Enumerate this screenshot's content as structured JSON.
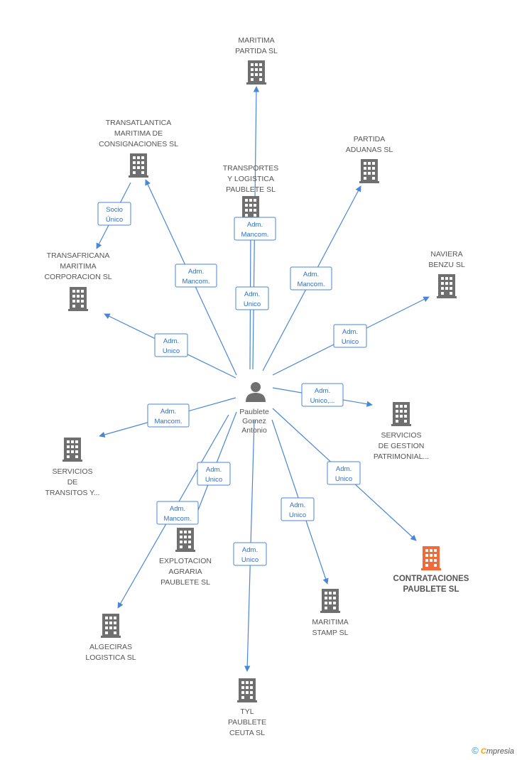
{
  "colors": {
    "edge": "#4a86d4",
    "building": "#6f6f6f",
    "building_highlight": "#f26a3b",
    "person": "#6f6f6f"
  },
  "center": {
    "name_lines": [
      "Paublete",
      "Gomez",
      "Antonio"
    ],
    "icon": "person-icon"
  },
  "nodes": [
    {
      "id": "maritima-partida",
      "lines": [
        "MARITIMA",
        "PARTIDA SL"
      ],
      "icon": "building-icon"
    },
    {
      "id": "transatlantica",
      "lines": [
        "TRANSATLANTICA",
        "MARITIMA DE",
        "CONSIGNACIONES SL"
      ],
      "icon": "building-icon"
    },
    {
      "id": "partida-aduanas",
      "lines": [
        "PARTIDA",
        "ADUANAS SL"
      ],
      "icon": "building-icon"
    },
    {
      "id": "transportes",
      "lines": [
        "TRANSPORTES",
        "Y LOGISTICA",
        "PAUBLETE SL"
      ],
      "icon": "building-icon"
    },
    {
      "id": "transafricana",
      "lines": [
        "TRANSAFRICANA",
        "MARITIMA",
        "CORPORACION SL"
      ],
      "icon": "building-icon"
    },
    {
      "id": "naviera-benzu",
      "lines": [
        "NAVIERA",
        "BENZU SL"
      ],
      "icon": "building-icon"
    },
    {
      "id": "servicios-gestion",
      "lines": [
        "SERVICIOS",
        "DE GESTION",
        "PATRIMONIAL..."
      ],
      "icon": "building-icon"
    },
    {
      "id": "servicios-transitos",
      "lines": [
        "SERVICIOS",
        "DE",
        "TRANSITOS Y..."
      ],
      "icon": "building-icon"
    },
    {
      "id": "explotacion",
      "lines": [
        "EXPLOTACION",
        "AGRARIA",
        "PAUBLETE SL"
      ],
      "icon": "building-icon"
    },
    {
      "id": "contrataciones",
      "lines": [
        "CONTRATACIONES",
        "PAUBLETE SL"
      ],
      "icon": "building-icon",
      "highlight": true
    },
    {
      "id": "maritima-stamp",
      "lines": [
        "MARITIMA",
        "STAMP SL"
      ],
      "icon": "building-icon"
    },
    {
      "id": "algeciras",
      "lines": [
        "ALGECIRAS",
        "LOGISTICA SL"
      ],
      "icon": "building-icon"
    },
    {
      "id": "tyl",
      "lines": [
        "TYL",
        "PAUBLETE",
        "CEUTA  SL"
      ],
      "icon": "building-icon"
    }
  ],
  "relations": [
    {
      "lines": [
        "Adm.",
        "Mancom."
      ]
    },
    {
      "lines": [
        "Adm.",
        "Unico"
      ]
    },
    {
      "lines": [
        "Adm.",
        "Mancom."
      ]
    },
    {
      "lines": [
        "Adm.",
        "Mancom."
      ]
    },
    {
      "lines": [
        "Adm.",
        "Unico"
      ]
    },
    {
      "lines": [
        "Adm.",
        "Unico"
      ]
    },
    {
      "lines": [
        "Adm.",
        "Unico,..."
      ]
    },
    {
      "lines": [
        "Adm.",
        "Mancom."
      ]
    },
    {
      "lines": [
        "Adm.",
        "Unico"
      ]
    },
    {
      "lines": [
        "Adm.",
        "Mancom."
      ]
    },
    {
      "lines": [
        "Adm.",
        "Unico"
      ]
    },
    {
      "lines": [
        "Adm.",
        "Unico"
      ]
    },
    {
      "lines": [
        "Adm.",
        "Unico"
      ]
    },
    {
      "lines": [
        "Socio",
        "Único"
      ]
    }
  ],
  "footer": {
    "copyright": "©",
    "brand_first": "C",
    "brand_rest": "mpresia"
  }
}
